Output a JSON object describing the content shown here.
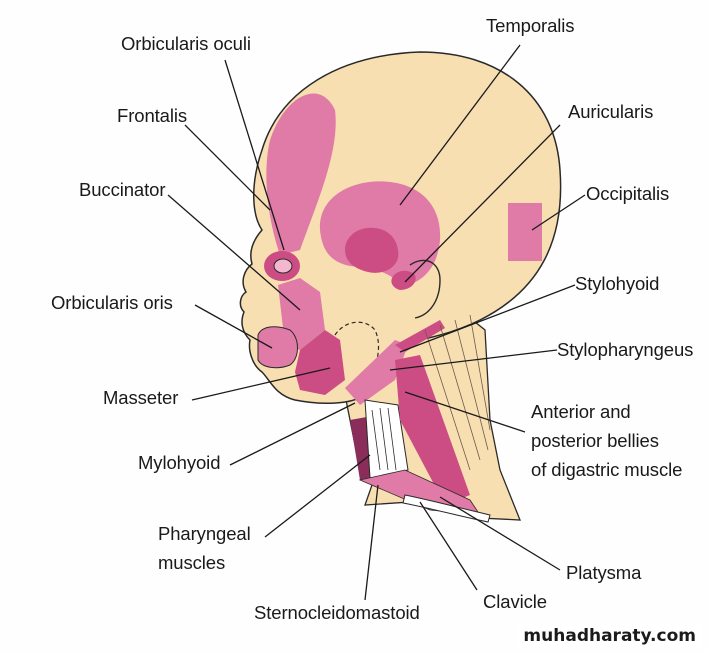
{
  "labels": {
    "temporalis": "Temporalis",
    "orbicularis_oculi": "Orbicularis oculi",
    "auricularis": "Auricularis",
    "frontalis": "Frontalis",
    "occipitalis": "Occipitalis",
    "buccinator": "Buccinator",
    "stylohyoid": "Stylohyoid",
    "orbicularis_oris": "Orbicularis oris",
    "stylopharyngeus": "Stylopharyngeus",
    "masseter": "Masseter",
    "anterior_line1": "Anterior and",
    "anterior_line2": "posterior bellies",
    "anterior_line3": "of digastric muscle",
    "mylohyoid": "Mylohyoid",
    "pharyngeal_line1": "Pharyngeal",
    "pharyngeal_line2": "muscles",
    "platysma": "Platysma",
    "clavicle": "Clavicle",
    "sternocleidomastoid": "Sternocleidomastoid"
  },
  "watermark": "muhadharaty.com",
  "colors": {
    "skin": "#f8dfb2",
    "muscle": "#e07aa6",
    "muscle_dark": "#cc4d84",
    "muscle_light": "#f3b8cf",
    "outline": "#2a2a2a",
    "leader": "#1a1a1a"
  }
}
